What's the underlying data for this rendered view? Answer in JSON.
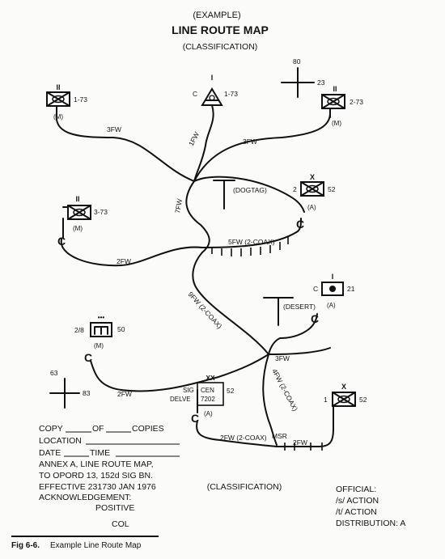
{
  "header": {
    "example": "(EXAMPLE)",
    "title": "LINE ROUTE MAP",
    "classification": "(CLASSIFICATION)"
  },
  "units": {
    "u173": {
      "echelon": "II",
      "label": "1-73",
      "sub": "(M)"
    },
    "u273": {
      "echelon": "II",
      "label": "2-73",
      "sub": "(M)"
    },
    "u373": {
      "echelon": "II",
      "label": "3-73",
      "sub": "(M)"
    },
    "u1_73c": {
      "echelon": "I",
      "prefix": "C",
      "label": "1-73"
    },
    "u2_52": {
      "echelon": "X",
      "prefix": "2",
      "label": "52",
      "sub": "(A)"
    },
    "uC21": {
      "echelon": "I",
      "prefix": "C",
      "label": "21",
      "sub": "(A)"
    },
    "u2_8": {
      "echelon": "•••",
      "prefix": "2/8",
      "label": "50",
      "sub": "(M)"
    },
    "u1_52": {
      "echelon": "X",
      "prefix": "1",
      "label": "52"
    },
    "sig": {
      "echelon": "XX",
      "line1a": "SIG",
      "line1b": "CEN",
      "line2a": "DELVE",
      "line2b": "7202",
      "label": "52",
      "sub": "(A)"
    }
  },
  "points": {
    "dogtag": "(DOGTAG)",
    "desert": "(DESERT)",
    "msr": "MSR"
  },
  "grid": {
    "top_vert": "80",
    "top_horz": "23",
    "bottom_vert": "63",
    "bottom_horz": "83"
  },
  "routes": {
    "r1": "3FW",
    "r2": "1FW",
    "r3": "3FW",
    "r4": "7FW",
    "r5": "2FW",
    "r6": "5FW (2-COAX)",
    "r7": "9FW (2-COAX)",
    "r8": "3FW",
    "r9": "2FW",
    "r10": "4FW (2-COAX)",
    "r11": "2FW (2-COAX)",
    "r12": "2FW"
  },
  "form": {
    "copy": "COPY",
    "of": "OF",
    "copies": "COPIES",
    "location": "LOCATION",
    "date": "DATE",
    "time": "TIME",
    "annex1": "ANNEX A, LINE ROUTE MAP,",
    "annex2": "TO OPORD 13, 152d SIG BN.",
    "annex3": "EFFECTIVE 231730 JAN 1976",
    "ack": "ACKNOWLEDGEMENT:",
    "positive": "POSITIVE",
    "col": "COL"
  },
  "footer_classification": "(CLASSIFICATION)",
  "official": {
    "official": "OFFICIAL:",
    "s_action": "/s/ ACTION",
    "t_action": "/t/ ACTION",
    "distribution": "DISTRIBUTION: A"
  },
  "caption": {
    "fig": "Fig 6-6.",
    "text": "Example Line Route Map"
  }
}
